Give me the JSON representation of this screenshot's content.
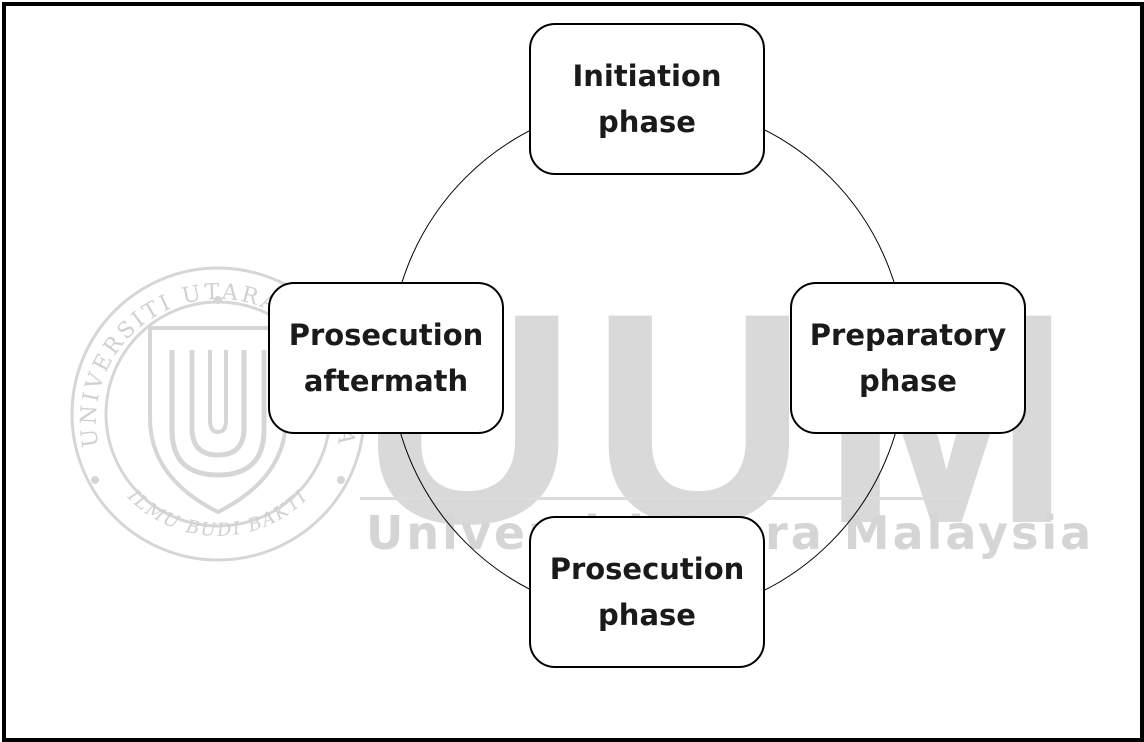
{
  "diagram": {
    "type": "cycle",
    "nodes": [
      {
        "id": "top",
        "label": "Initiation\nphase"
      },
      {
        "id": "right",
        "label": "Preparatory\nphase"
      },
      {
        "id": "bottom",
        "label": "Prosecution\nphase"
      },
      {
        "id": "left",
        "label": "Prosecution\naftermath"
      }
    ]
  },
  "watermark": {
    "letters": "UUM",
    "subtitle": "Universiti Utara Malaysia",
    "seal_ring_text": "UNIVERSITI UTARA MALAYSIA",
    "seal_motto": "ILMU BUDI BAKTI"
  },
  "colors": {
    "border": "#000000",
    "text": "#1a1a1a",
    "watermark": "#d9d9d9"
  }
}
